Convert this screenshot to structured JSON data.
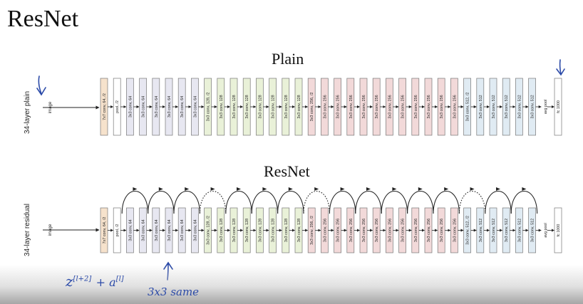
{
  "slide_title": "ResNet",
  "plain": {
    "title": "Plain",
    "side_label": "34-layer plain",
    "input_label": "image"
  },
  "residual": {
    "title": "ResNet",
    "side_label": "34-layer residual",
    "input_label": "image"
  },
  "layers": [
    {
      "label": "7x7 conv, 64, /2",
      "group": "conv1"
    },
    {
      "label": "pool, /2",
      "group": "pool"
    },
    {
      "label": "3x3 conv, 64",
      "group": "g64"
    },
    {
      "label": "3x3 conv, 64",
      "group": "g64"
    },
    {
      "label": "3x3 conv, 64",
      "group": "g64"
    },
    {
      "label": "3x3 conv, 64",
      "group": "g64"
    },
    {
      "label": "3x3 conv, 64",
      "group": "g64"
    },
    {
      "label": "3x3 conv, 64",
      "group": "g64"
    },
    {
      "label": "3x3 conv, 128, /2",
      "group": "g128"
    },
    {
      "label": "3x3 conv, 128",
      "group": "g128"
    },
    {
      "label": "3x3 conv, 128",
      "group": "g128"
    },
    {
      "label": "3x3 conv, 128",
      "group": "g128"
    },
    {
      "label": "3x3 conv, 128",
      "group": "g128"
    },
    {
      "label": "3x3 conv, 128",
      "group": "g128"
    },
    {
      "label": "3x3 conv, 128",
      "group": "g128"
    },
    {
      "label": "3x3 conv, 128",
      "group": "g128"
    },
    {
      "label": "3x3 conv, 256, /2",
      "group": "g256"
    },
    {
      "label": "3x3 conv, 256",
      "group": "g256"
    },
    {
      "label": "3x3 conv, 256",
      "group": "g256"
    },
    {
      "label": "3x3 conv, 256",
      "group": "g256"
    },
    {
      "label": "3x3 conv, 256",
      "group": "g256"
    },
    {
      "label": "3x3 conv, 256",
      "group": "g256"
    },
    {
      "label": "3x3 conv, 256",
      "group": "g256"
    },
    {
      "label": "3x3 conv, 256",
      "group": "g256"
    },
    {
      "label": "3x3 conv, 256",
      "group": "g256"
    },
    {
      "label": "3x3 conv, 256",
      "group": "g256"
    },
    {
      "label": "3x3 conv, 256",
      "group": "g256"
    },
    {
      "label": "3x3 conv, 256",
      "group": "g256"
    },
    {
      "label": "3x3 conv, 512, /2",
      "group": "g512"
    },
    {
      "label": "3x3 conv, 512",
      "group": "g512"
    },
    {
      "label": "3x3 conv, 512",
      "group": "g512"
    },
    {
      "label": "3x3 conv, 512",
      "group": "g512"
    },
    {
      "label": "3x3 conv, 512",
      "group": "g512"
    },
    {
      "label": "3x3 conv, 512",
      "group": "g512"
    },
    {
      "label": "avg pool",
      "group": "text"
    },
    {
      "label": "fc 1000",
      "group": "fc"
    }
  ],
  "group_colors": {
    "conv1": "#f6e2cc",
    "pool": "#ffffff",
    "g64": "#e7e7f1",
    "g128": "#e9f1d8",
    "g256": "#f2d9d9",
    "g512": "#e0ebf3",
    "fc": "#ffffff"
  },
  "skip_styles": [
    "solid",
    "solid",
    "solid",
    "dotted",
    "solid",
    "solid",
    "solid",
    "dotted",
    "solid",
    "solid",
    "solid",
    "solid",
    "solid",
    "dotted",
    "solid",
    "solid"
  ],
  "handwriting": {
    "formula_main": "z",
    "formula_sup1": "[l+2]",
    "formula_plus": "+ a",
    "formula_sup2": "[l]",
    "note": "3x3 same"
  },
  "colors": {
    "ink": "#2b4aa8",
    "stroke": "#222222"
  }
}
